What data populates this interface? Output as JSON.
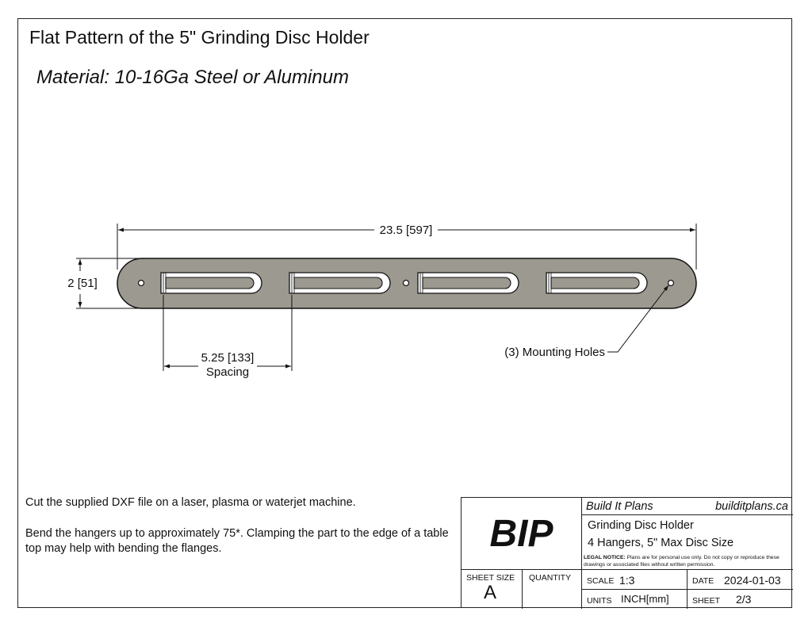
{
  "title": "Flat Pattern of the 5\" Grinding Disc Holder",
  "material": "Material: 10-16Ga Steel or Aluminum",
  "dimensions": {
    "overall_length": "23.5 [597]",
    "width": "2 [51]",
    "spacing_value": "5.25 [133]",
    "spacing_label": "Spacing",
    "mounting_holes": "(3) Mounting Holes"
  },
  "notes": {
    "cut": "Cut the supplied DXF file on a laser, plasma or waterjet machine.",
    "bend": "Bend the hangers up to approximately 75*. Clamping the part to the edge of a table top may help with bending the flanges."
  },
  "title_block": {
    "logo": "BIP",
    "company": "Build It Plans",
    "website": "builditplans.ca",
    "drawing_title": "Grinding Disc Holder",
    "drawing_subtitle": "4 Hangers, 5\" Max Disc Size",
    "legal_label": "LEGAL NOTICE:",
    "legal_text": "Plans are for personal use only. Do not copy or reproduce these drawings or associated files without written permission.",
    "sheet_size_label": "SHEET SIZE",
    "sheet_size": "A",
    "quantity_label": "QUANTITY",
    "scale_label": "SCALE",
    "scale": "1:3",
    "date_label": "DATE",
    "date": "2024-01-03",
    "units_label": "UNITS",
    "units": "INCH[mm]",
    "sheet_label": "SHEET",
    "sheet": "2/3"
  },
  "colors": {
    "part_fill": "#9c9990",
    "line": "#111111"
  }
}
